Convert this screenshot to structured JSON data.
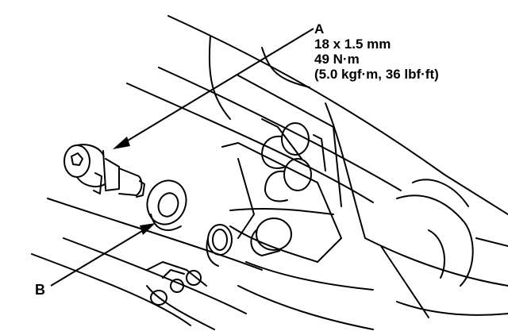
{
  "callouts": {
    "a": {
      "letter": "A",
      "size": "18 x 1.5 mm",
      "torque_nm": "49 N·m",
      "torque_alt": "(5.0 kgf·m, 36 lbf·ft)"
    },
    "b": {
      "letter": "B"
    }
  },
  "colors": {
    "ink": "#000000",
    "paper": "#ffffff"
  }
}
